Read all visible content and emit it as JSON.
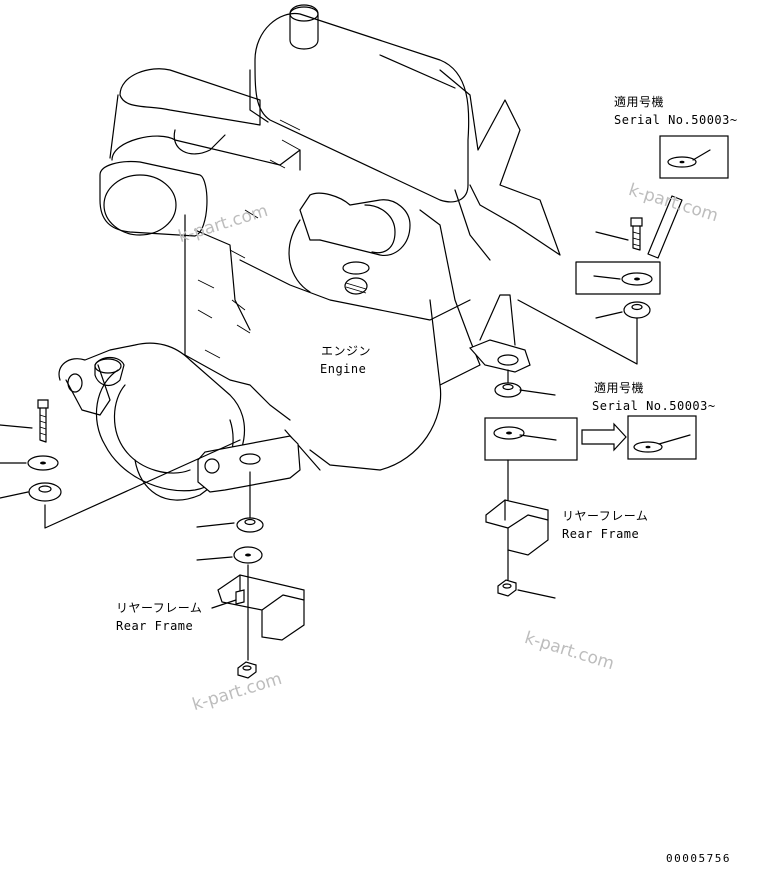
{
  "labels": {
    "serial_top": {
      "applicable_jp": "適用号機",
      "serial": "Serial No.50003~"
    },
    "serial_mid": {
      "applicable_jp": "適用号機",
      "serial": "Serial No.50003~"
    },
    "engine": {
      "jp": "エンジン",
      "en": "Engine"
    },
    "rear_frame_left": {
      "jp": "リヤーフレーム",
      "en": "Rear Frame"
    },
    "rear_frame_right": {
      "jp": "リヤーフレーム",
      "en": "Rear Frame"
    },
    "figure_number": "00005756"
  },
  "watermarks": [
    "k-part.com",
    "k-part.com",
    "k-part.com",
    "k-part.com"
  ]
}
